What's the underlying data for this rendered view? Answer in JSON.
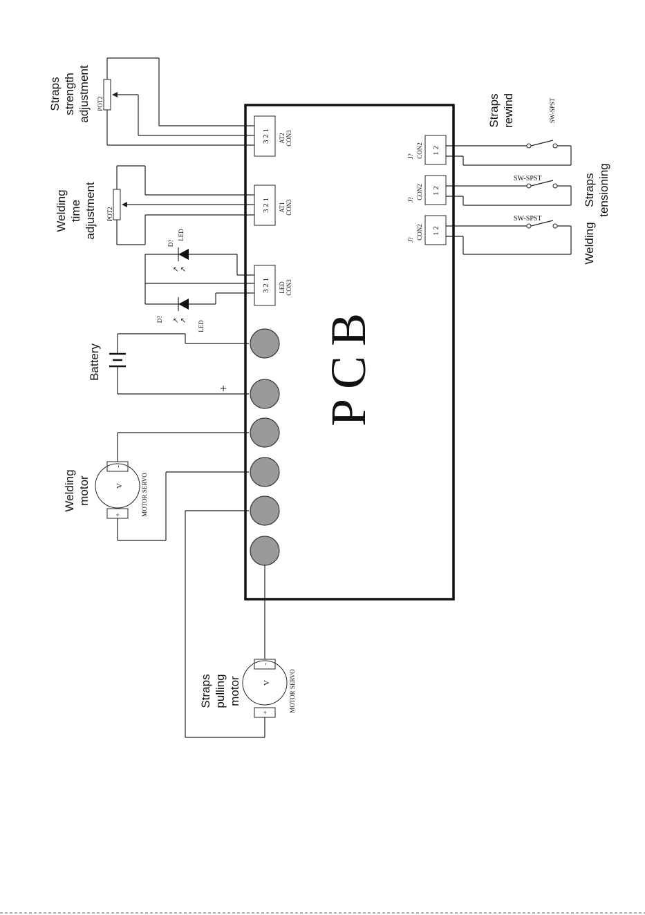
{
  "pcb": {
    "label": "PCB"
  },
  "labels": {
    "straps_strength": [
      "Straps",
      "strength",
      "adjustment"
    ],
    "welding_time": [
      "Welding",
      "time",
      "adjustment"
    ],
    "battery": "Battery",
    "welding_motor": [
      "Welding",
      "motor"
    ],
    "straps_pulling_motor": [
      "Straps",
      "pulling",
      "motor"
    ],
    "straps_rewind": [
      "Straps",
      "rewind"
    ],
    "straps_tensioning": [
      "Straps",
      "tensioning"
    ],
    "welding_switch": "Welding"
  },
  "components": {
    "pot_top": "POT2",
    "pot_mid": "POT2",
    "connector_at2": {
      "name": "AT2",
      "type": "CON3",
      "pins": "3 2 1"
    },
    "connector_at1": {
      "name": "AT1",
      "type": "CON3",
      "pins": "3 2 1"
    },
    "connector_led": {
      "name": "LED",
      "type": "CON3",
      "pins": "3 2 1"
    },
    "led_upper": {
      "ref": "D?",
      "name": "LED"
    },
    "led_lower": {
      "ref": "D?",
      "name": "LED"
    },
    "battery_plus": "+",
    "welding_motor": {
      "type": "MOTOR SERVO",
      "symbol": "V",
      "minus": "-",
      "plus": "+"
    },
    "pulling_motor": {
      "type": "MOTOR SERVO",
      "symbol": "V",
      "minus": "-",
      "plus": "+"
    },
    "con2_rewind": {
      "ref": "J?",
      "type": "CON2",
      "pins": "1 2"
    },
    "con2_tension": {
      "ref": "J?",
      "type": "CON2",
      "pins": "1 2"
    },
    "con2_weld": {
      "ref": "J?",
      "type": "CON2",
      "pins": "1 2"
    },
    "sw_rewind": "SW-SPST",
    "sw_tension": "SW-SPST",
    "sw_weld": "SW-SPST"
  }
}
